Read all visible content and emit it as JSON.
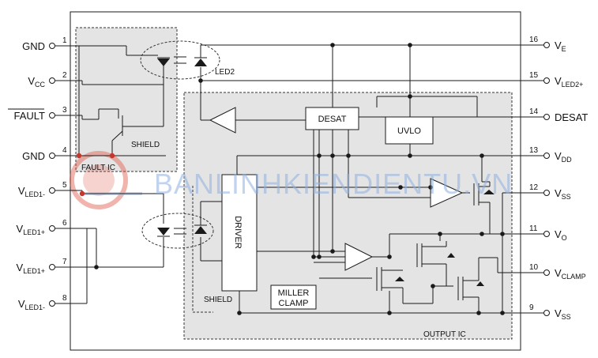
{
  "pins_left": [
    {
      "num": "1",
      "label": "GND",
      "sub": ""
    },
    {
      "num": "2",
      "label": "V",
      "sub": "CC"
    },
    {
      "num": "3",
      "label": "FAULT",
      "sub": ""
    },
    {
      "num": "4",
      "label": "GND",
      "sub": ""
    },
    {
      "num": "5",
      "label": "V",
      "sub": "LED1-"
    },
    {
      "num": "6",
      "label": "V",
      "sub": "LED1+"
    },
    {
      "num": "7",
      "label": "V",
      "sub": "LED1+"
    },
    {
      "num": "8",
      "label": "V",
      "sub": "LED1-"
    }
  ],
  "pins_right": [
    {
      "num": "16",
      "label": "V",
      "sub": "E"
    },
    {
      "num": "15",
      "label": "V",
      "sub": "LED2+"
    },
    {
      "num": "14",
      "label": "DESAT",
      "sub": ""
    },
    {
      "num": "13",
      "label": "V",
      "sub": "DD"
    },
    {
      "num": "12",
      "label": "V",
      "sub": "SS"
    },
    {
      "num": "11",
      "label": "V",
      "sub": "O"
    },
    {
      "num": "10",
      "label": "V",
      "sub": "CLAMP"
    },
    {
      "num": "9",
      "label": "V",
      "sub": "SS"
    }
  ],
  "blocks": {
    "desat": "DESAT",
    "uvlo": "UVLO",
    "driver": "DRIVER",
    "miller_line1": "MILLER",
    "miller_line2": "CLAMP"
  },
  "labels": {
    "led2": "LED2",
    "shield_top": "SHIELD",
    "fault_ic": "FAULT IC",
    "shield_bottom": "SHIELD",
    "output_ic": "OUTPUT IC"
  },
  "watermark": "BANLINHKIENDIENTU.VN",
  "colors": {
    "line": "#1a1a1a",
    "ic_fill": "#e4e4e4",
    "dot": "#1a1a1a",
    "watermark": "#8fb0e0",
    "logo_red": "#e05a4a"
  }
}
